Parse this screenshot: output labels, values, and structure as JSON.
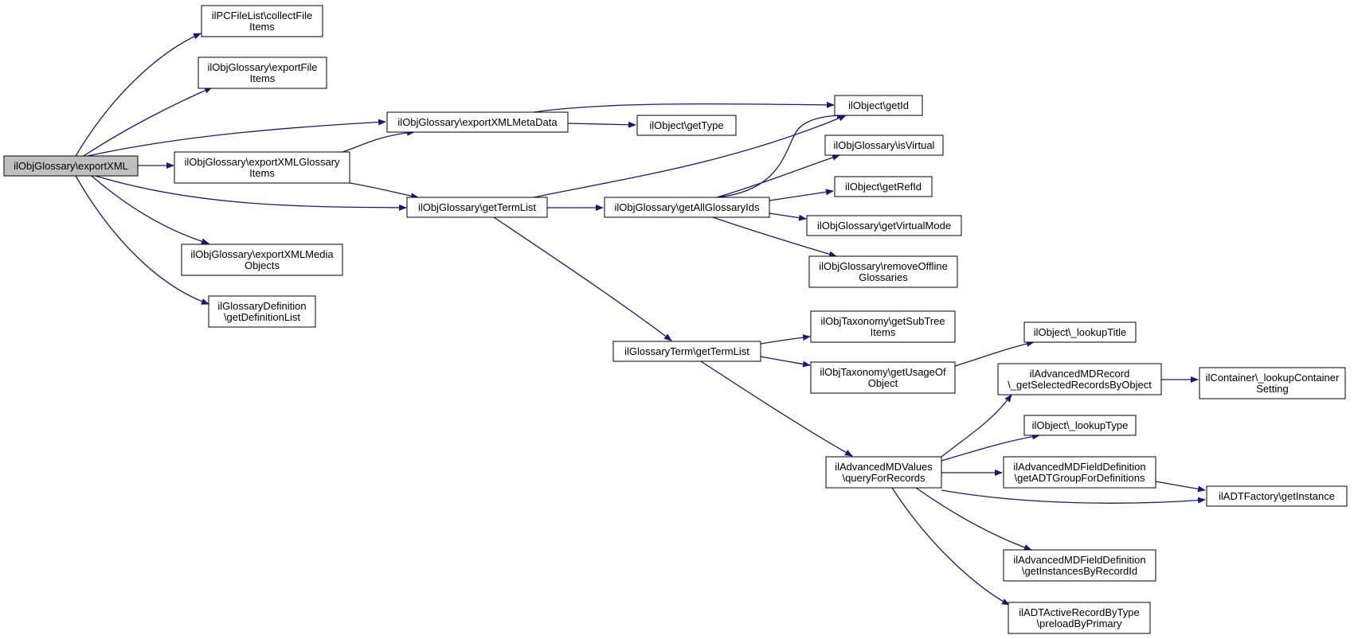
{
  "diagram": {
    "nodes": [
      {
        "id": "root",
        "lines": [
          "ilObjGlossary\\exportXML"
        ],
        "root": true
      },
      {
        "id": "collect",
        "lines": [
          "ilPCFileList\\collectFile",
          "Items"
        ]
      },
      {
        "id": "expFile",
        "lines": [
          "ilObjGlossary\\exportFile",
          "Items"
        ]
      },
      {
        "id": "expMeta",
        "lines": [
          "ilObjGlossary\\exportXMLMetaData"
        ]
      },
      {
        "id": "expGloss",
        "lines": [
          "ilObjGlossary\\exportXMLGlossary",
          "Items"
        ]
      },
      {
        "id": "getTermList",
        "lines": [
          "ilObjGlossary\\getTermList"
        ]
      },
      {
        "id": "expMedia",
        "lines": [
          "ilObjGlossary\\exportXMLMedia",
          "Objects"
        ]
      },
      {
        "id": "defList",
        "lines": [
          "ilGlossaryDefinition",
          "\\getDefinitionList"
        ]
      },
      {
        "id": "getId",
        "lines": [
          "ilObject\\getId"
        ]
      },
      {
        "id": "getType",
        "lines": [
          "ilObject\\getType"
        ]
      },
      {
        "id": "isVirtual",
        "lines": [
          "ilObjGlossary\\isVirtual"
        ]
      },
      {
        "id": "getRefId",
        "lines": [
          "ilObject\\getRefId"
        ]
      },
      {
        "id": "getAllIds",
        "lines": [
          "ilObjGlossary\\getAllGlossaryIds"
        ]
      },
      {
        "id": "getVirtualMode",
        "lines": [
          "ilObjGlossary\\getVirtualMode"
        ]
      },
      {
        "id": "removeOffline",
        "lines": [
          "ilObjGlossary\\removeOffline",
          "Glossaries"
        ]
      },
      {
        "id": "subTree",
        "lines": [
          "ilObjTaxonomy\\getSubTree",
          "Items"
        ]
      },
      {
        "id": "termGetTermList",
        "lines": [
          "ilGlossaryTerm\\getTermList"
        ]
      },
      {
        "id": "usageOf",
        "lines": [
          "ilObjTaxonomy\\getUsageOf",
          "Object"
        ]
      },
      {
        "id": "lookupTitle",
        "lines": [
          "ilObject\\_lookupTitle"
        ]
      },
      {
        "id": "mdRecord",
        "lines": [
          "ilAdvancedMDRecord",
          "\\_getSelectedRecordsByObject"
        ]
      },
      {
        "id": "lookupContainer",
        "lines": [
          "ilContainer\\_lookupContainer",
          "Setting"
        ]
      },
      {
        "id": "lookupType",
        "lines": [
          "ilObject\\_lookupType"
        ]
      },
      {
        "id": "queryRecords",
        "lines": [
          "ilAdvancedMDValues",
          "\\queryForRecords"
        ]
      },
      {
        "id": "adtGroup",
        "lines": [
          "ilAdvancedMDFieldDefinition",
          "\\getADTGroupForDefinitions"
        ]
      },
      {
        "id": "adtFactory",
        "lines": [
          "ilADTFactory\\getInstance"
        ]
      },
      {
        "id": "instancesByRecord",
        "lines": [
          "ilAdvancedMDFieldDefinition",
          "\\getInstancesByRecordId"
        ]
      },
      {
        "id": "preload",
        "lines": [
          "ilADTActiveRecordByType",
          "\\preloadByPrimary"
        ]
      }
    ]
  }
}
